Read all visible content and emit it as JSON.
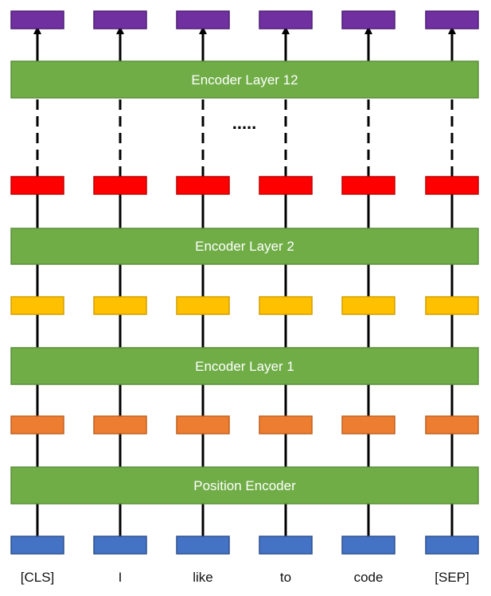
{
  "colors": {
    "background": "#ffffff",
    "line": "#000000",
    "layer_fill": "#70ad47",
    "layer_stroke": "#5b8f3a",
    "layer_text": "#ffffff",
    "row_output_fill": "#7030a0",
    "row_output_stroke": "#4f1f78",
    "row_red_fill": "#ff0000",
    "row_red_stroke": "#c00000",
    "row_yellow_fill": "#ffc000",
    "row_yellow_stroke": "#d49f00",
    "row_orange_fill": "#ed7d31",
    "row_orange_stroke": "#c1611f",
    "row_input_fill": "#4472c4",
    "row_input_stroke": "#2f528f"
  },
  "layers": [
    {
      "id": "encoder-layer-12",
      "label": "Encoder Layer 12"
    },
    {
      "id": "encoder-layer-2",
      "label": "Encoder Layer 2"
    },
    {
      "id": "encoder-layer-1",
      "label": "Encoder Layer 1"
    },
    {
      "id": "position-encoder",
      "label": "Position Encoder"
    }
  ],
  "ellipsis": ".....",
  "tokens": [
    "[CLS]",
    "I",
    "like",
    "to",
    "code",
    "[SEP]"
  ]
}
